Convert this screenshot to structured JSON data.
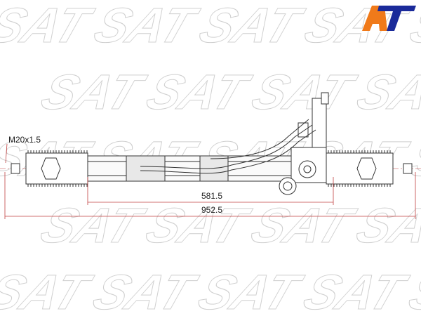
{
  "watermark": {
    "text": "SAT",
    "color": "#d0d0d0"
  },
  "logo": {
    "text": "AT",
    "colors": {
      "a": "#f07a1a",
      "t": "#1a2a9a"
    }
  },
  "callouts": {
    "thread": "M20x1.5"
  },
  "dimensions": {
    "inner": "581.5",
    "overall": "952.5",
    "line_color": "#c04040"
  }
}
